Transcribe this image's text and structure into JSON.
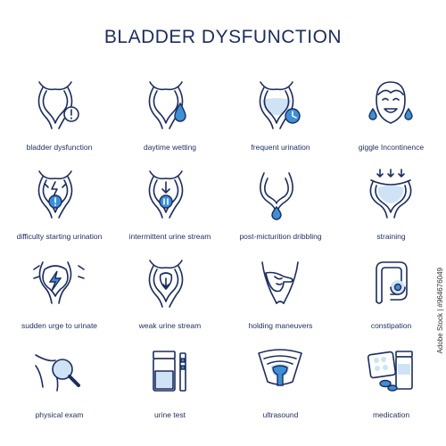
{
  "title": "BLADDER DYSFUNCTION",
  "side_text": "Adobe Stock | #964676049",
  "icons": [
    {
      "label": "bladder dysfunction",
      "icon": "bladder-alert-icon"
    },
    {
      "label": "daytime wetting",
      "icon": "bladder-drop-icon"
    },
    {
      "label": "frequent urination",
      "icon": "bladder-clock-icon"
    },
    {
      "label": "giggle Incontinence",
      "icon": "laughing-face-icon"
    },
    {
      "label": "difficulty starting urination",
      "icon": "bladder-lightning-icon"
    },
    {
      "label": "intermittent urine stream",
      "icon": "bladder-pause-icon"
    },
    {
      "label": "post-micturition dribbling",
      "icon": "bladder-dribble-icon"
    },
    {
      "label": "straining",
      "icon": "bladder-pressure-icon"
    },
    {
      "label": "sudden urge to urinate",
      "icon": "bladder-urge-icon"
    },
    {
      "label": "weak urine stream",
      "icon": "bladder-weak-stream-icon"
    },
    {
      "label": "holding maneuvers",
      "icon": "hand-on-pelvis-icon"
    },
    {
      "label": "constipation",
      "icon": "intestine-icon"
    },
    {
      "label": "physical exam",
      "icon": "magnifier-hip-icon"
    },
    {
      "label": "urine test",
      "icon": "sample-jar-icon"
    },
    {
      "label": "ultrasound",
      "icon": "ultrasound-icon"
    },
    {
      "label": "medication",
      "icon": "pills-icon"
    }
  ]
}
